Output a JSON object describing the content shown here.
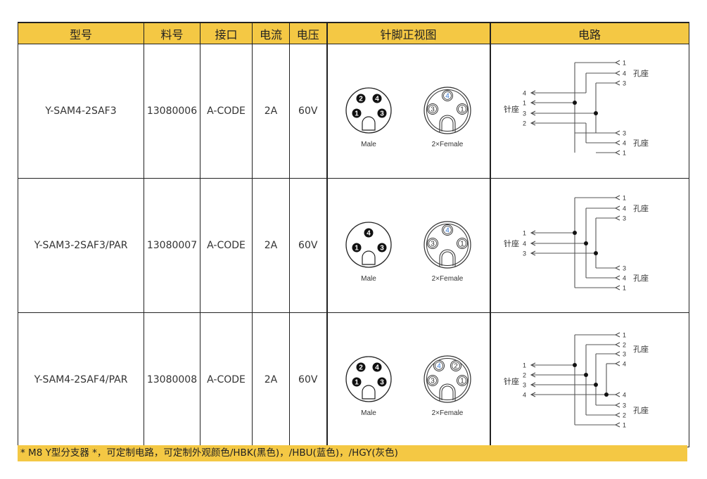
{
  "headers": [
    "型号",
    "料号",
    "接口",
    "电流",
    "电压",
    "针脚正视图",
    "电路"
  ],
  "rows": [
    {
      "model": "Y-SAM4-2SAF3",
      "part": "13080006",
      "interface": "A-CODE",
      "current": "2A",
      "voltage": "60V",
      "male_pins": [
        "2",
        "4",
        "1",
        "3"
      ],
      "female_pins": [
        "4",
        "3",
        "1"
      ],
      "male_label": "Male",
      "female_label": "2×Female",
      "left_label": "针座",
      "right_label": "孔座",
      "left_pins": [
        "4",
        "1",
        "3",
        "2"
      ],
      "right_top": [
        "1",
        "4",
        "3"
      ],
      "right_bottom": [
        "3",
        "4",
        "1"
      ]
    },
    {
      "model": "Y-SAM3-2SAF3/PAR",
      "part": "13080007",
      "interface": "A-CODE",
      "current": "2A",
      "voltage": "60V",
      "male_pins": [
        "4",
        "1",
        "3"
      ],
      "female_pins": [
        "4",
        "3",
        "1"
      ],
      "male_label": "Male",
      "female_label": "2×Female",
      "left_label": "针座",
      "right_label": "孔座",
      "left_pins": [
        "1",
        "4",
        "3"
      ],
      "right_top": [
        "1",
        "4",
        "3"
      ],
      "right_bottom": [
        "3",
        "4",
        "1"
      ]
    },
    {
      "model": "Y-SAM4-2SAF4/PAR",
      "part": "13080008",
      "interface": "A-CODE",
      "current": "2A",
      "voltage": "60V",
      "male_pins": [
        "2",
        "4",
        "1",
        "3"
      ],
      "female_pins": [
        "4",
        "2",
        "3",
        "1"
      ],
      "male_label": "Male",
      "female_label": "2×Female",
      "left_label": "针座",
      "right_label": "孔座",
      "left_pins": [
        "1",
        "2",
        "3",
        "4"
      ],
      "right_top": [
        "1",
        "2",
        "3",
        "4"
      ],
      "right_bottom": [
        "4",
        "3",
        "2",
        "1"
      ]
    }
  ],
  "footer": "* M8 Y型分支器 *，可定制电路，可定制外观颜色/HBK(黑色)，/HBU(蓝色)，/HGY(灰色)",
  "colors": {
    "header": "#F4C844",
    "pin_number": "#3a7bd5"
  }
}
